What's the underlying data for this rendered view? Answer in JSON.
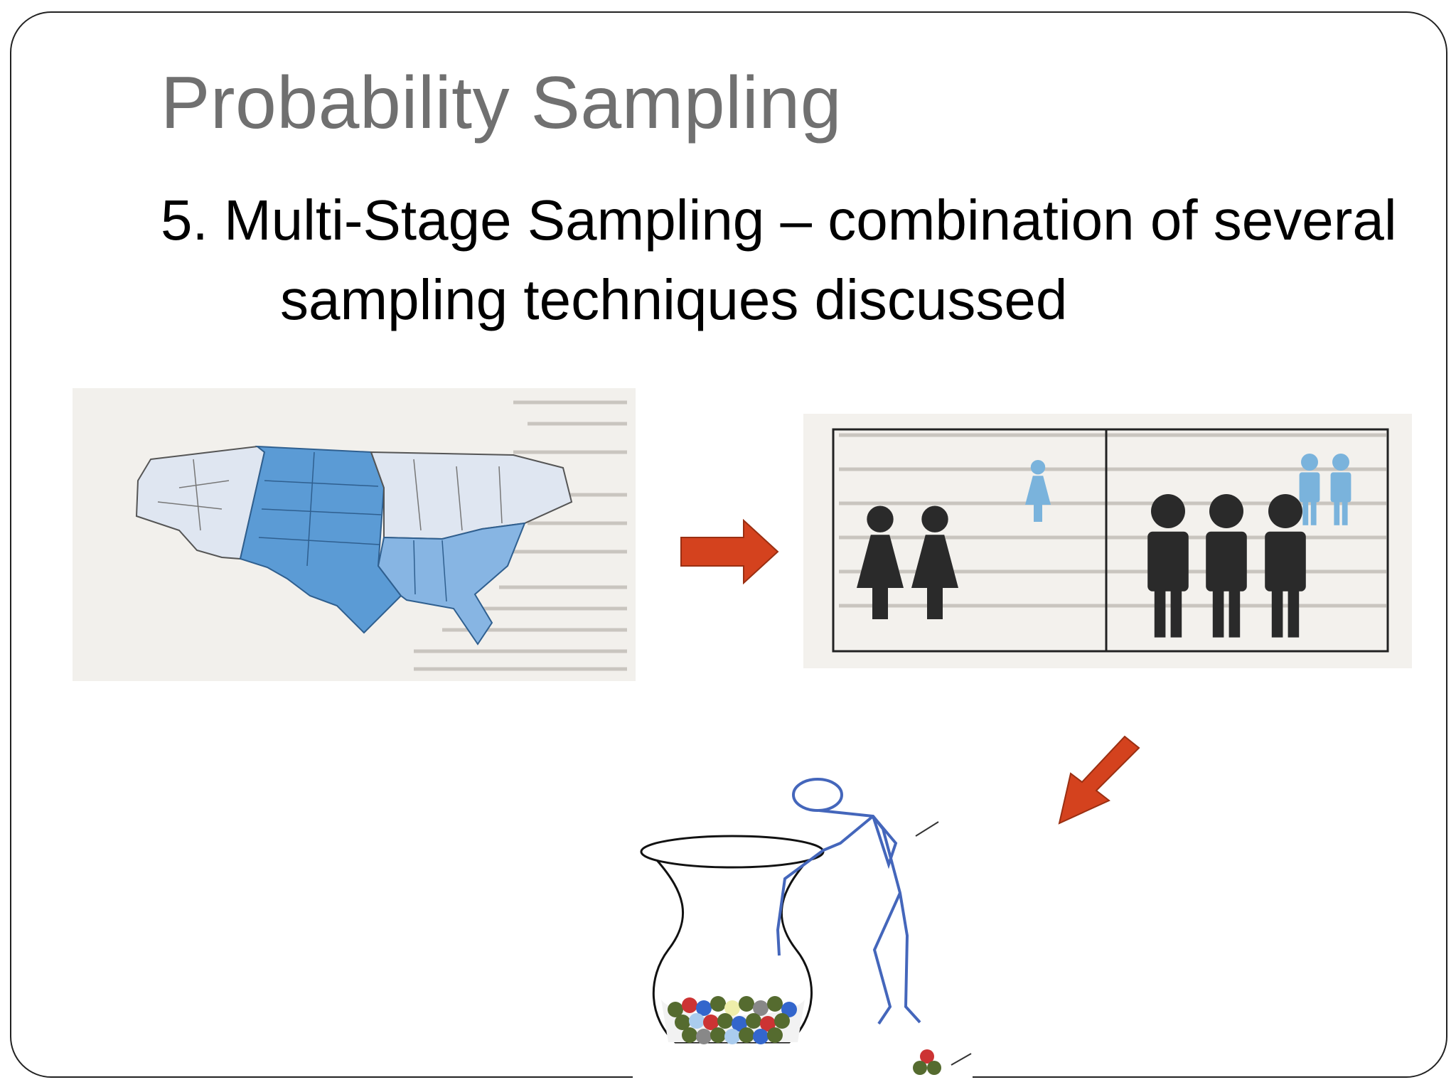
{
  "slide": {
    "title": "Probability Sampling",
    "bullet": "5. Multi-Stage Sampling – combination of several sampling techniques discussed"
  },
  "colors": {
    "title": "#707070",
    "arrow": "#d4421e",
    "map_selected": "#5b9bd5",
    "map_unselected": "#dfe6f1",
    "figure_dark": "#2a2a2a",
    "figure_light": "#7ab3dc",
    "stick_figure": "#4466bb"
  },
  "icons": {
    "map": "us-map-illustration",
    "people": "stratified-people-illustration",
    "jar": "random-draw-jar-illustration",
    "arrow_right": "arrow-right-icon",
    "arrow_down_left": "arrow-down-left-icon"
  }
}
